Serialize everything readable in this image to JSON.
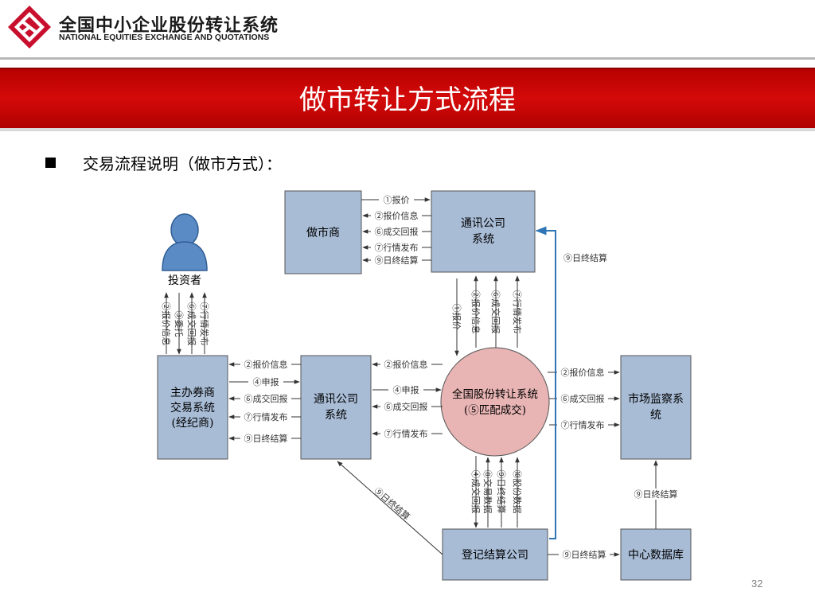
{
  "header": {
    "logo_cn": "全国中小企业股份转让系统",
    "logo_en": "NATIONAL EQUITIES EXCHANGE AND QUOTATIONS"
  },
  "slide": {
    "title": "做市转让方式流程",
    "subtitle": "交易流程说明（做市方式）：",
    "page_number": "32"
  },
  "colors": {
    "brand_red": "#c00000",
    "node_fill": "#a8bcd6",
    "center_fill": "#e8b4b4",
    "settlement_arrow": "#2e75b6"
  },
  "diagram": {
    "nodes": {
      "market_maker": "做市商",
      "comm_top_1": "通讯公司",
      "comm_top_2": "系统",
      "investor": "投资者",
      "broker_1": "主办券商",
      "broker_2": "交易系统",
      "broker_3": "(经纪商)",
      "comm_mid_1": "通讯公司",
      "comm_mid_2": "系统",
      "center_1": "全国股份转让系统",
      "center_2": "(⑤匹配成交)",
      "supervision_1": "市场监察系",
      "supervision_2": "统",
      "registry": "登记结算公司",
      "data_center": "中心数据库"
    },
    "edges": {
      "mm_to_comm_quote": "①报价",
      "comm_to_mm_quote_info": "②报价信息",
      "comm_to_mm_deal": "⑥成交回报",
      "comm_to_mm_market": "⑦行情发布",
      "comm_to_mm_settle": "⑨日终结算",
      "inv_quote_info": "②报价信息",
      "inv_entrust": "③委托",
      "inv_deal": "⑥成交回报",
      "inv_market": "⑦行情发布",
      "bk_quote_info": "②报价信息",
      "bk_declare": "④申报",
      "bk_deal": "⑥成交回报",
      "bk_market": "⑦行情发布",
      "bk_settle": "⑨日终结算",
      "cm_quote_info": "②报价信息",
      "cm_declare": "④申报",
      "cm_deal": "⑥成交回报",
      "cm_market": "⑦行情发布",
      "ct_quote": "①报价",
      "ct_quote_info": "②报价信息",
      "ct_deal": "⑥成交回报",
      "ct_market": "⑦行情发布",
      "sup_quote_info": "②报价信息",
      "sup_deal": "⑥成交回报",
      "sup_market": "⑦行情发布",
      "reg_deal": "④成交回报",
      "reg_trade_data": "⑧交易数据",
      "reg_settle": "⑨日终结算",
      "reg_stock_data": "⑩股份数据",
      "reg_to_comm_mid": "⑨日终结算",
      "reg_to_dc": "⑨日终结算",
      "dc_to_sup": "⑨日终结算",
      "reg_to_comm_top": "⑨日终结算"
    }
  }
}
